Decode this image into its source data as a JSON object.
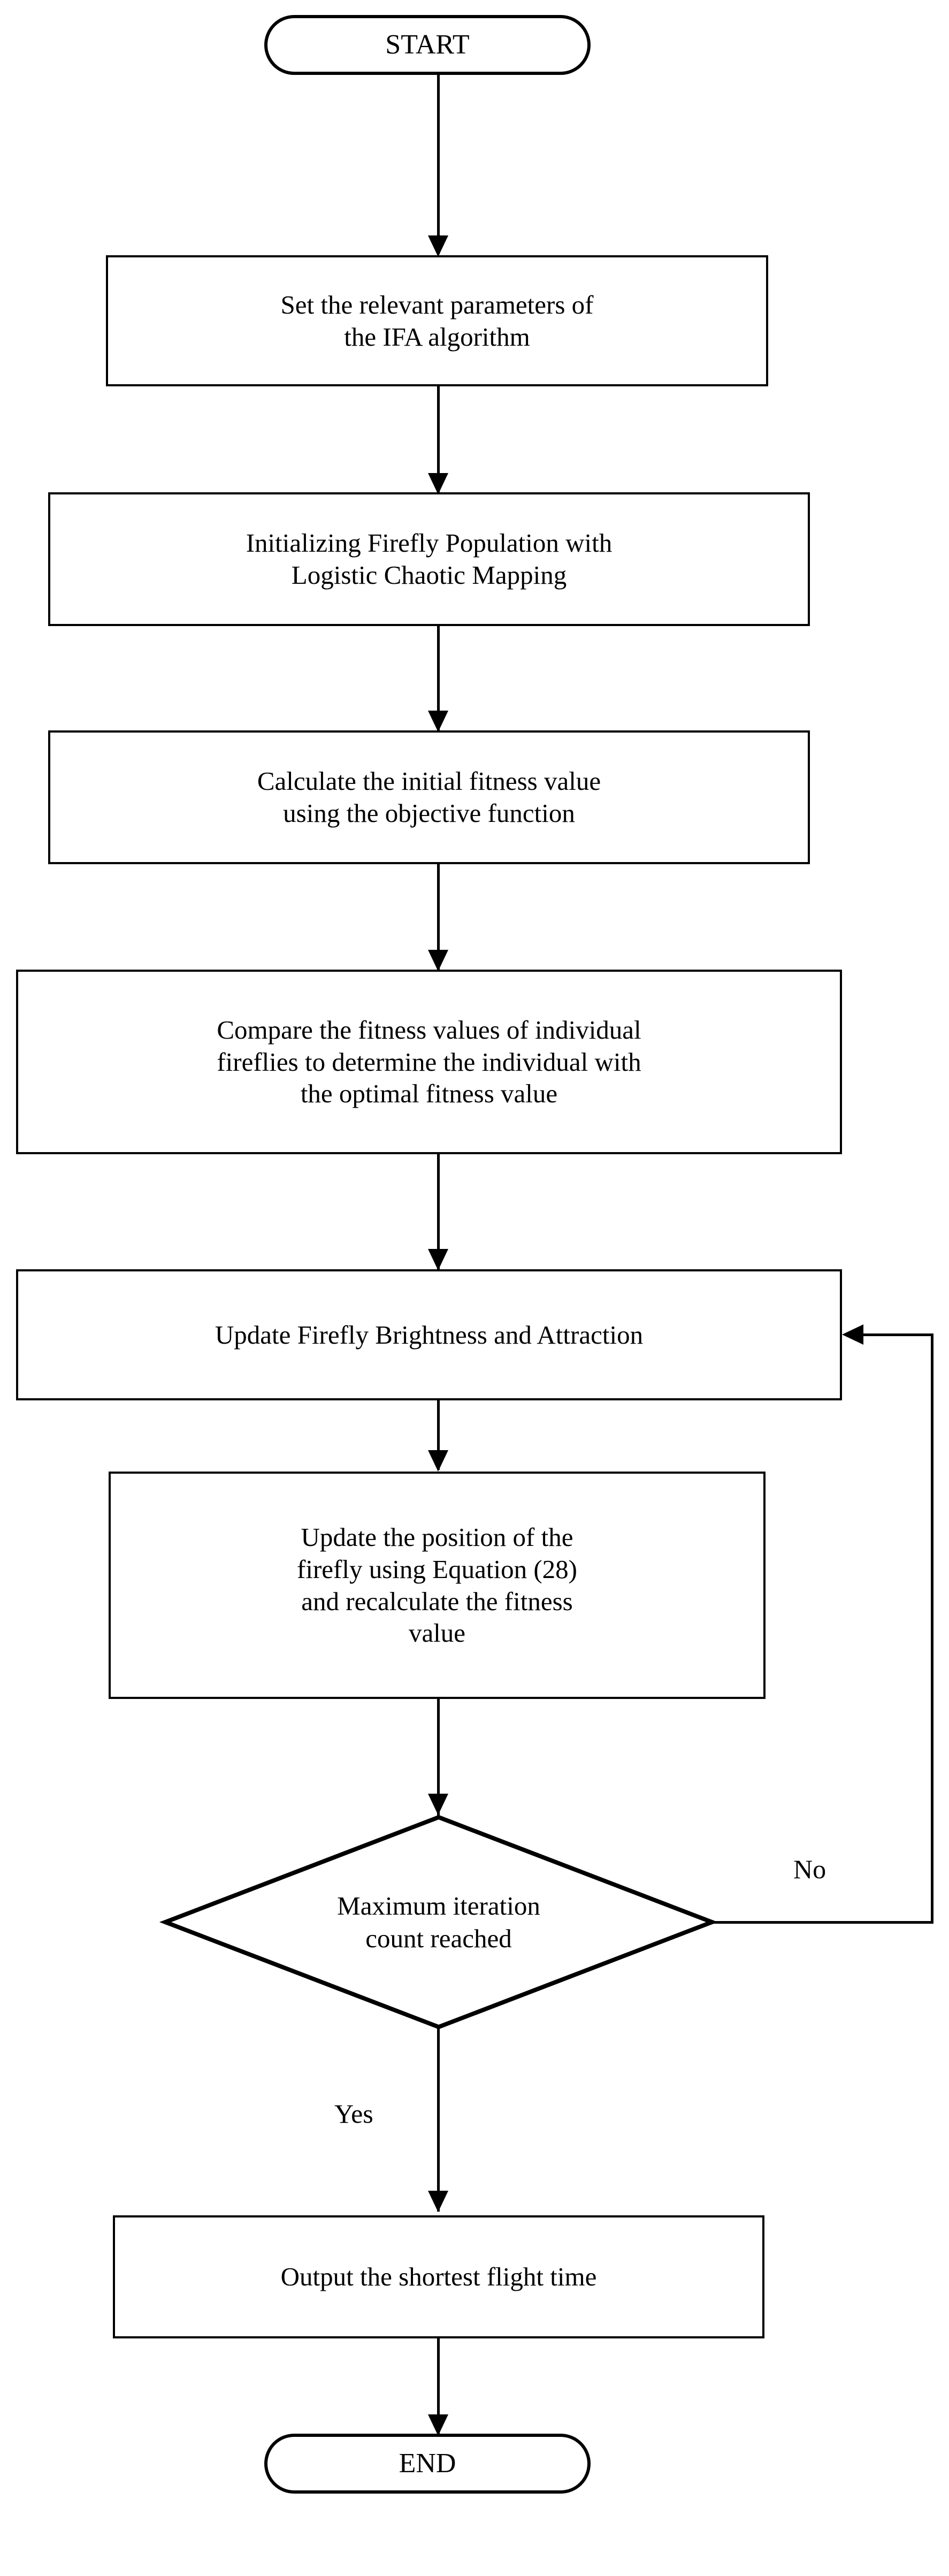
{
  "diagram": {
    "type": "flowchart",
    "title": "IFA algorithm flowchart",
    "stroke_color": "#000000",
    "fill_color": "#ffffff",
    "text_color": "#000000",
    "nodes": {
      "start": {
        "shape": "terminator",
        "label": "START"
      },
      "set_params": {
        "shape": "process",
        "label": "Set the relevant parameters of\nthe IFA algorithm"
      },
      "init_population": {
        "shape": "process",
        "label": "Initializing Firefly Population with\nLogistic Chaotic Mapping"
      },
      "calc_fitness": {
        "shape": "process",
        "label": "Calculate the initial fitness value\nusing the objective function"
      },
      "compare_fitness": {
        "shape": "process",
        "label": "Compare the fitness values of individual\nfireflies to determine the individual with\nthe optimal fitness value"
      },
      "update_brightness": {
        "shape": "process",
        "label": "Update Firefly Brightness and Attraction"
      },
      "update_position": {
        "shape": "process",
        "label": "Update the position of the\nfirefly using Equation (28)\nand recalculate the fitness\nvalue"
      },
      "max_iteration": {
        "shape": "decision",
        "label": "Maximum iteration\ncount reached"
      },
      "output_time": {
        "shape": "process",
        "label": "Output the shortest flight time"
      },
      "end": {
        "shape": "terminator",
        "label": "END"
      }
    },
    "edge_labels": {
      "no": "No",
      "yes": "Yes"
    }
  }
}
